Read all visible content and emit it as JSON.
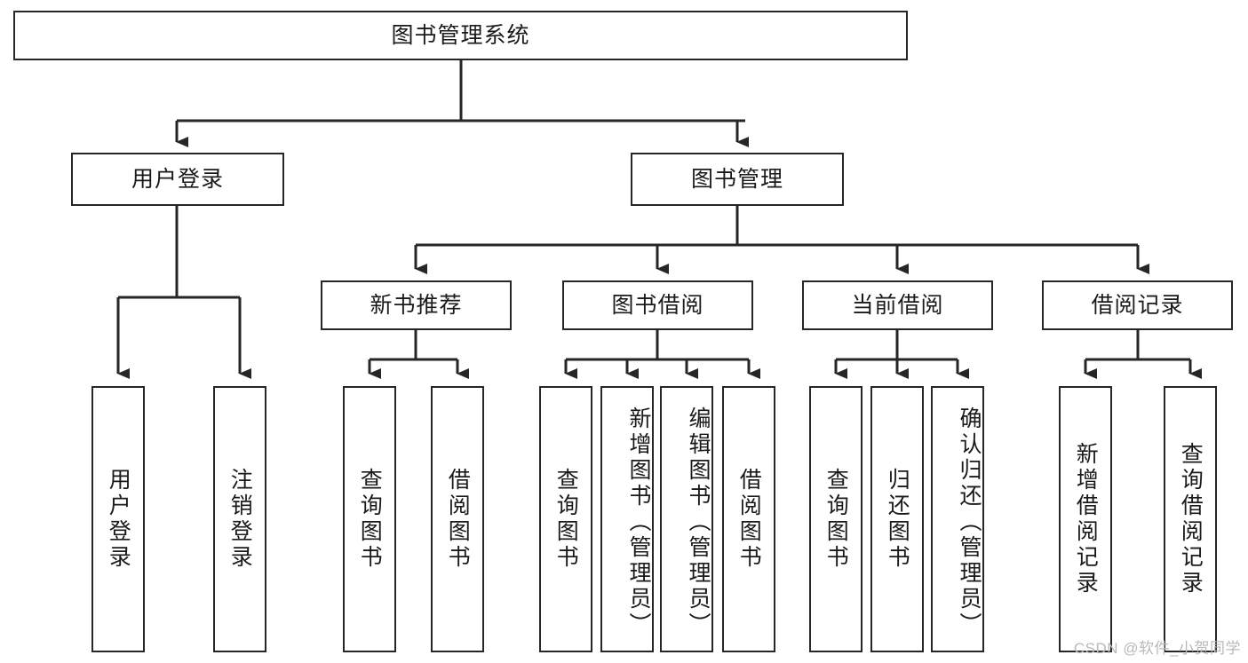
{
  "diagram": {
    "title": "图书管理系统",
    "type": "tree-hierarchy-diagram",
    "colors": {
      "stroke": "#262626",
      "fill": "#ffffff",
      "text": "#1a1a1a",
      "watermark": "#b9b9b9"
    },
    "root": {
      "label": "图书管理系统"
    },
    "level2": [
      {
        "label": "用户登录"
      },
      {
        "label": "图书管理"
      }
    ],
    "level3": [
      {
        "label": "新书推荐"
      },
      {
        "label": "图书借阅"
      },
      {
        "label": "当前借阅"
      },
      {
        "label": "借阅记录"
      }
    ],
    "leaves": {
      "user_login": [
        {
          "label": "用户登录"
        },
        {
          "label": "注销登录"
        }
      ],
      "new_book_recommend": [
        {
          "label": "查询图书"
        },
        {
          "label": "借阅图书"
        }
      ],
      "book_borrow": [
        {
          "label": "查询图书"
        },
        {
          "label": "新增图书（管理员）"
        },
        {
          "label": "编辑图书（管理员）"
        },
        {
          "label": "借阅图书"
        }
      ],
      "current_borrow": [
        {
          "label": "查询图书"
        },
        {
          "label": "归还图书"
        },
        {
          "label": "确认归还（管理员）"
        }
      ],
      "borrow_record": [
        {
          "label": "新增借阅记录"
        },
        {
          "label": "查询借阅记录"
        }
      ]
    }
  },
  "watermark": {
    "text": "CSDN @软件_小贺同学"
  }
}
